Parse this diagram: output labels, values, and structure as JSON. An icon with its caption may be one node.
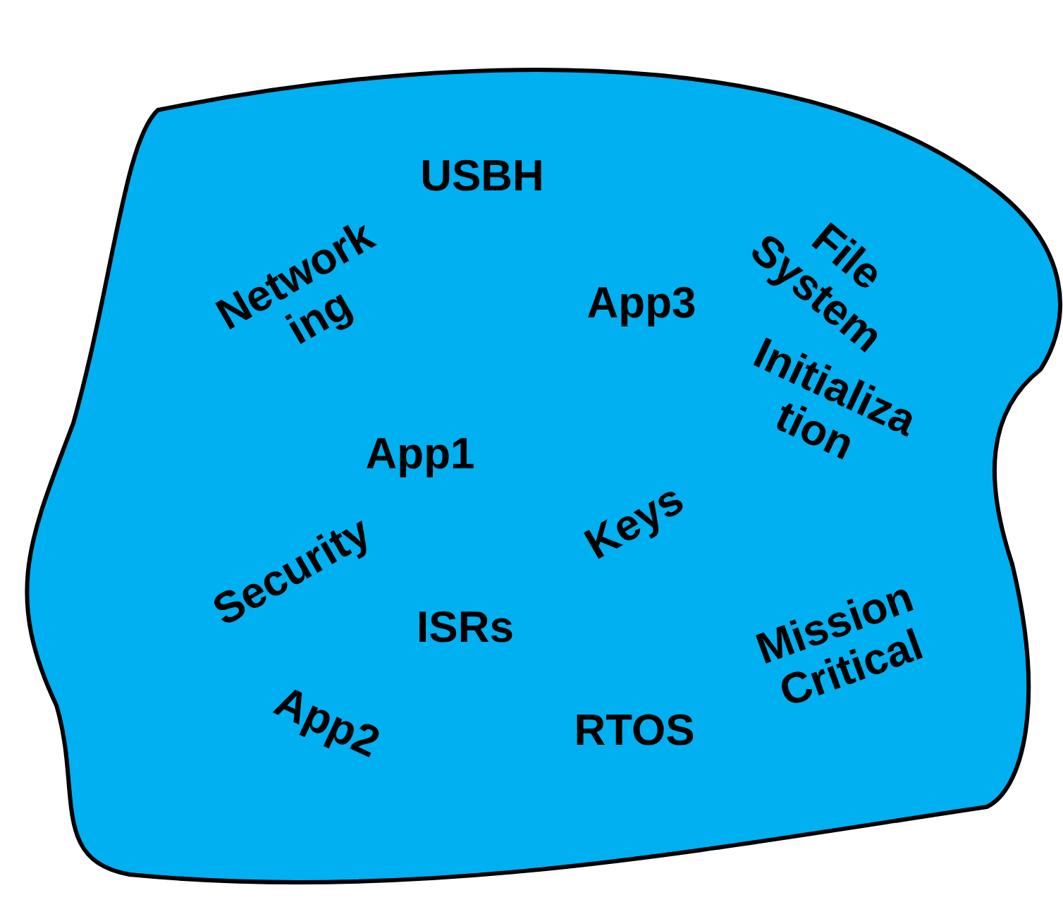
{
  "diagram": {
    "nodes": [
      {
        "text": [
          "USBH",
          "File System",
          "Network ing",
          "App3",
          "Initializa tion",
          "App1",
          "Keys",
          "Security",
          "ISRs",
          "Mission Critical",
          "App2",
          "RTOS"
        ]
      }
    ]
  }
}
